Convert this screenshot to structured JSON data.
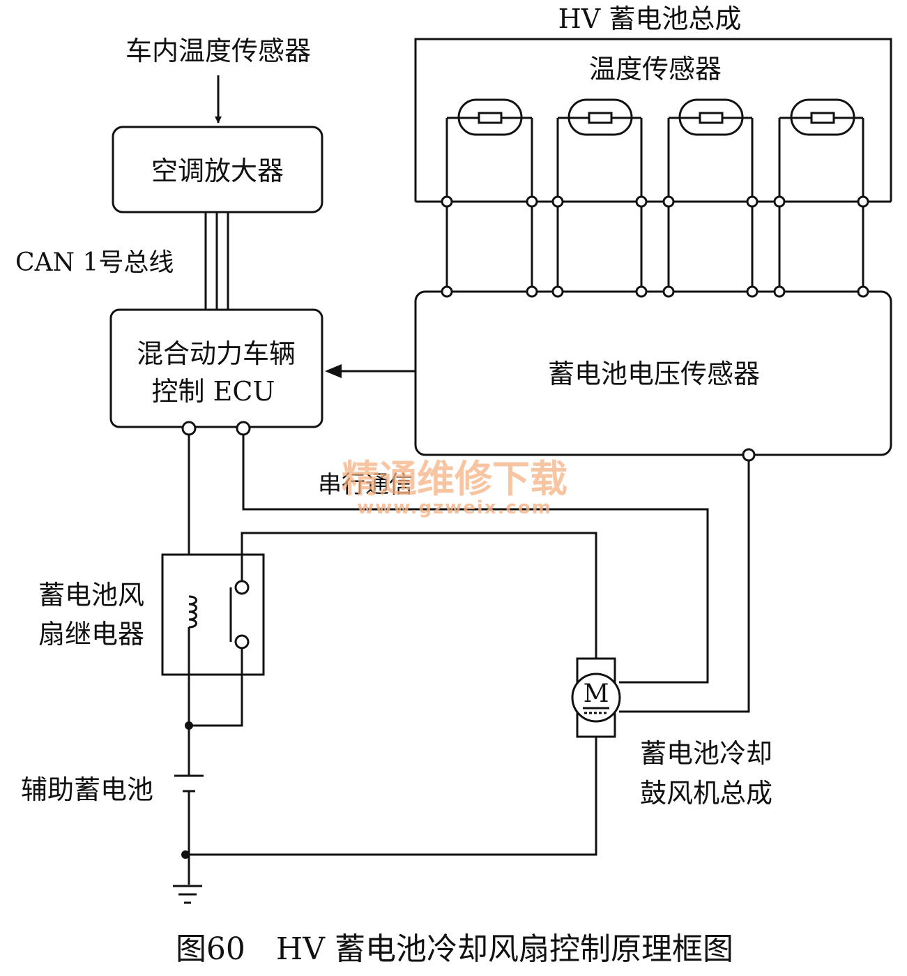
{
  "labels": {
    "cabin_temp_sensor": "车内温度传感器",
    "ac_amplifier": "空调放大器",
    "can_bus": "CAN 1号总线",
    "hv_ecu_line1": "混合动力车辆",
    "hv_ecu_line2": "控制 ECU",
    "hv_battery_assembly": "HV 蓄电池总成",
    "temp_sensor": "温度传感器",
    "battery_voltage_sensor": "蓄电池电压传感器",
    "serial_comm": "串行通信",
    "fan_relay_line1": "蓄电池风",
    "fan_relay_line2": "扇继电器",
    "aux_battery": "辅助蓄电池",
    "blower_line1": "蓄电池冷却",
    "blower_line2": "鼓风机总成",
    "motor_symbol": "M",
    "caption": "图60　HV 蓄电池冷却风扇控制原理框图"
  },
  "watermark": {
    "title": "精通维修下载",
    "url": "www.gzweix.com",
    "color": "#f4b183"
  }
}
